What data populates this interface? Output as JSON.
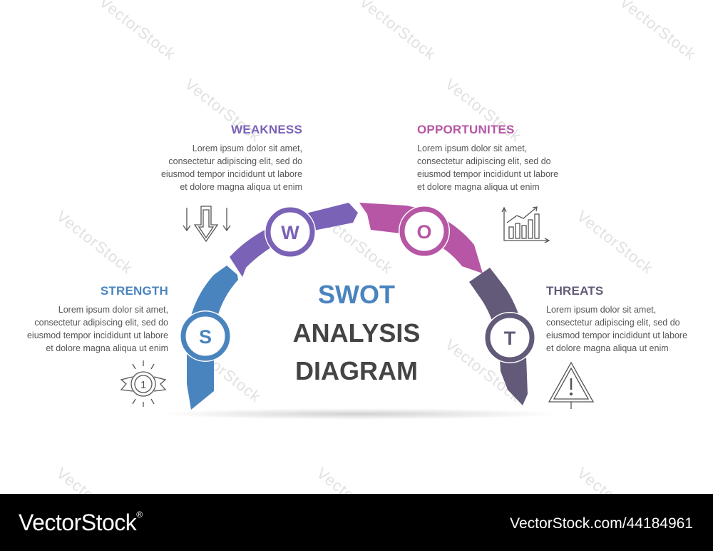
{
  "watermark": "VectorStock",
  "center": {
    "line1": "SWOT",
    "line2": "ANALYSIS",
    "line3": "DIAGRAM"
  },
  "items": [
    {
      "letter": "S",
      "title": "STRENGTH",
      "text_lines": [
        "Lorem ipsum dolor sit amet,",
        "consectetur adipiscing elit, sed do",
        "eiusmod tempor incididunt ut labore",
        "et dolore magna aliqua ut enim"
      ],
      "color": "#4a84bf",
      "icon": "award-medal-icon"
    },
    {
      "letter": "W",
      "title": "WEAKNESS",
      "text_lines": [
        "Lorem ipsum dolor sit amet,",
        "consectetur adipiscing elit, sed do",
        "eiusmod tempor incididunt ut labore",
        "et dolore magna aliqua ut enim"
      ],
      "color": "#7a62b6",
      "icon": "down-arrows-icon"
    },
    {
      "letter": "O",
      "title": "OPPORTUNITES",
      "text_lines": [
        "Lorem ipsum dolor sit amet,",
        "consectetur adipiscing elit, sed do",
        "eiusmod tempor incididunt ut labore",
        "et dolore magna aliqua ut enim"
      ],
      "color": "#b656a4",
      "icon": "growth-chart-icon"
    },
    {
      "letter": "T",
      "title": "THREATS",
      "text_lines": [
        "Lorem ipsum dolor sit amet,",
        "consectetur adipiscing elit, sed do",
        "eiusmod tempor incididunt ut labore",
        "et dolore magna aliqua ut enim"
      ],
      "color": "#625a78",
      "icon": "warning-sign-icon"
    }
  ],
  "center_colors": {
    "swot": "#4a84bf",
    "text": "#444444"
  },
  "footer": {
    "brand": "VectorStock",
    "reg": "®",
    "stock_id": "VectorStock.com/44184961"
  }
}
